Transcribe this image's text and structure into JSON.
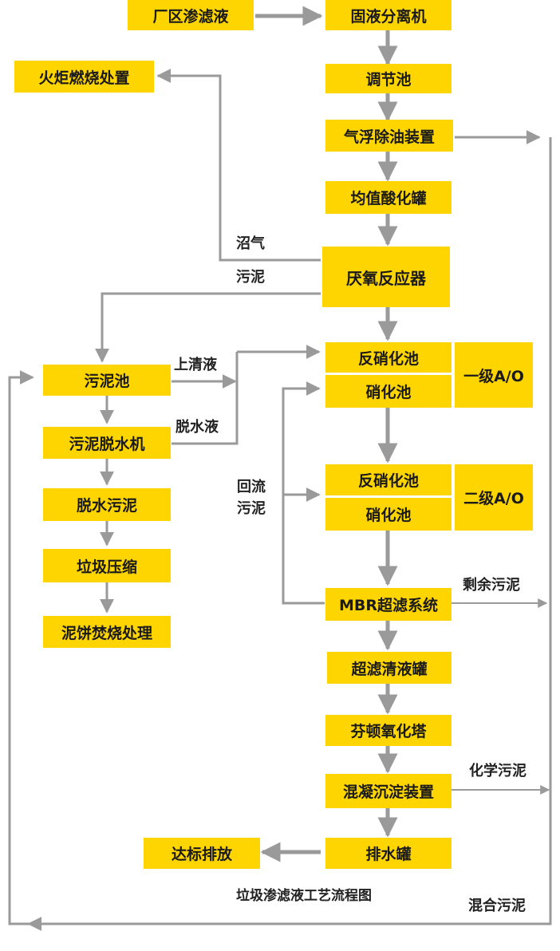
{
  "colors": {
    "box_fill": "#FFD500",
    "arrow": "#9a9a9a",
    "text": "#1a1a1a"
  },
  "nodes": {
    "leachate": "厂区渗滤液",
    "separator": "固液分离机",
    "regulating_tank": "调节池",
    "air_flotation": "气浮除油装置",
    "homogenizer": "均值酸化罐",
    "flare": "火炬燃烧处置",
    "anaerobic": "厌氧反应器",
    "sludge_tank": "污泥池",
    "dewaterer": "污泥脱水机",
    "dewatered_sludge": "脱水污泥",
    "compression": "垃圾压缩",
    "incineration": "泥饼焚烧处理",
    "denitrification_1": "反硝化池",
    "nitrification_1": "硝化池",
    "ao_1": "一级A/O",
    "denitrification_2": "反硝化池",
    "nitrification_2": "硝化池",
    "ao_2": "二级A/O",
    "mbr": "MBR超滤系统",
    "uf_tank": "超滤清液罐",
    "fenton": "芬顿氧化塔",
    "coagulation": "混凝沉淀装置",
    "drain_tank": "排水罐",
    "discharge": "达标排放"
  },
  "labels": {
    "biogas": "沼气",
    "sludge": "污泥",
    "supernatant": "上清液",
    "filtrate": "脱水液",
    "return_sludge_1": "回流",
    "return_sludge_2": "污泥",
    "excess_sludge": "剩余污泥",
    "chemical_sludge": "化学污泥",
    "mixed_sludge": "混合污泥"
  },
  "caption": "垃圾渗滤液工艺流程图"
}
